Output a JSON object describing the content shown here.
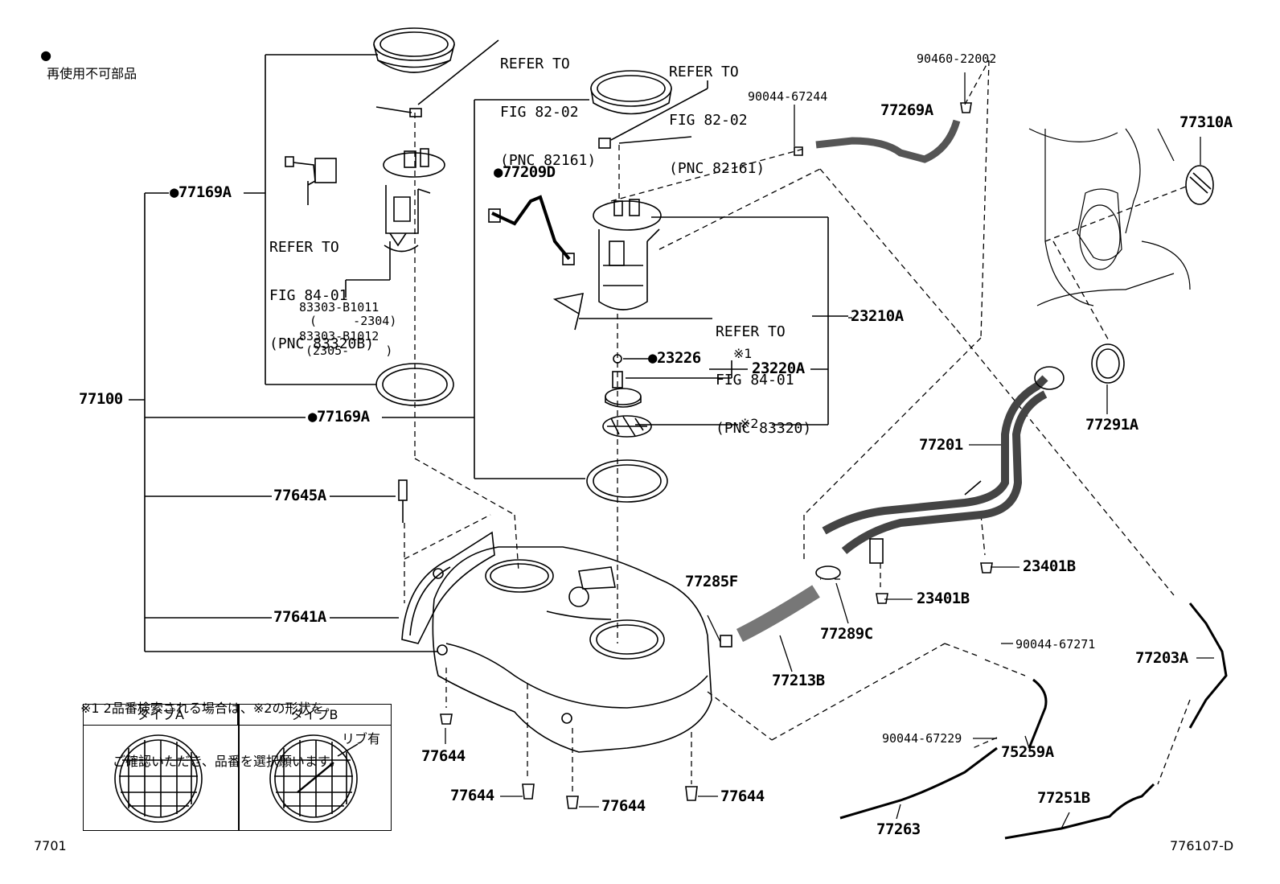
{
  "legend": {
    "bullet": "●",
    "text": "再使用不可部品"
  },
  "refs": {
    "r1": [
      "REFER TO",
      "FIG 82-02",
      "(PNC 82161)"
    ],
    "r2": [
      "REFER TO",
      "FIG 82-02",
      "(PNC 82161)"
    ],
    "r3": [
      "REFER TO",
      "FIG 84-01",
      "(PNC 83320B)"
    ],
    "r4": [
      "REFER TO",
      "FIG 84-01",
      "(PNC 83320)"
    ]
  },
  "parts": {
    "p77169A_top": "●77169A",
    "p77169A_mid": "●77169A",
    "p77209D": "●77209D",
    "p77100": "77100",
    "p77645A": "77645A",
    "p77641A": "77641A",
    "p83303a": "83303-B1011",
    "p83303a_range": "(     -2304)",
    "p83303b": "83303-B1012",
    "p83303b_range": "(2305-     )",
    "p23226": "●23226",
    "p23226_mark": "※1",
    "p23220A": "23220A",
    "p23210A": "23210A",
    "mark2": "※2",
    "p90044_67244": "90044-67244",
    "p90460_22002": "90460-22002",
    "p77269A": "77269A",
    "p77310A": "77310A",
    "p77291A": "77291A",
    "p77201": "77201",
    "p23401B_a": "23401B",
    "p23401B_b": "23401B",
    "p77285F": "77285F",
    "p77289C": "77289C",
    "p77213B": "77213B",
    "p90044_67271": "90044-67271",
    "p90044_67229": "90044-67229",
    "p75259A": "75259A",
    "p77203A": "77203A",
    "p77251B": "77251B",
    "p77263": "77263",
    "p77644_a": "77644",
    "p77644_b": "77644",
    "p77644_c": "77644",
    "p77644_d": "77644"
  },
  "note": {
    "line1": "※1 2品番検索される場合は、※2の形状を",
    "line2": "ご確認いただき、品番を選択願います。"
  },
  "type_table": {
    "type_a": "タイプA",
    "type_b": "タイプB",
    "rib_label": "リブ有"
  },
  "footer": {
    "left_code": "7701",
    "right_code": "776107-D"
  }
}
